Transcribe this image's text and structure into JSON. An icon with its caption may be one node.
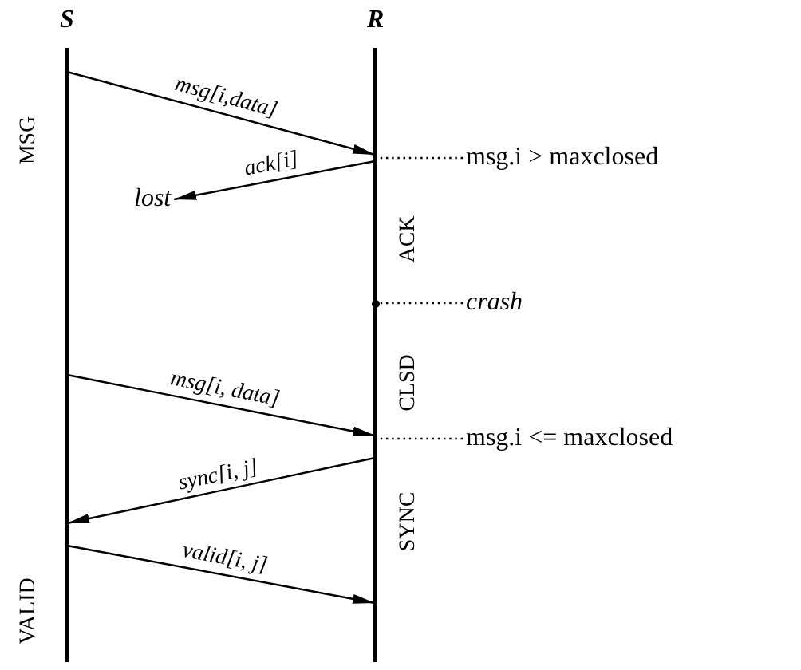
{
  "diagram": {
    "nodes": [
      {
        "text": [
          "S"
        ]
      },
      {
        "text": [
          "R"
        ]
      },
      {
        "text": [
          "lost"
        ]
      },
      {
        "text": [
          "msg.i > maxclosed"
        ]
      },
      {
        "text": [],
        "shape": "circle"
      },
      {
        "text": [
          "crash"
        ]
      },
      {
        "text": [
          "msg.i <= maxclosed"
        ]
      }
    ],
    "edges": [
      {
        "from": 0,
        "to": 1,
        "arrow": "to",
        "label": "msg[i,data]"
      },
      {
        "from": 1,
        "to": 2,
        "arrow": "to",
        "label": "ack[i]"
      },
      {
        "from": 3,
        "to": 1,
        "arrow": "none",
        "style": "dashed"
      },
      {
        "from": 5,
        "to": 4,
        "arrow": "none",
        "style": "dashed"
      },
      {
        "from": 0,
        "to": 1,
        "arrow": "to",
        "label": "msg[i, data]"
      },
      {
        "from": 6,
        "to": 1,
        "arrow": "none",
        "style": "dashed"
      },
      {
        "from": 1,
        "to": 0,
        "arrow": "to",
        "label": "sync[i, j]"
      },
      {
        "from": 0,
        "to": 1,
        "arrow": "to",
        "label": "valid[i, j]"
      }
    ],
    "labels": [
      "MSG",
      "ACK",
      "CLSD",
      "SYNC",
      "VALID"
    ]
  }
}
